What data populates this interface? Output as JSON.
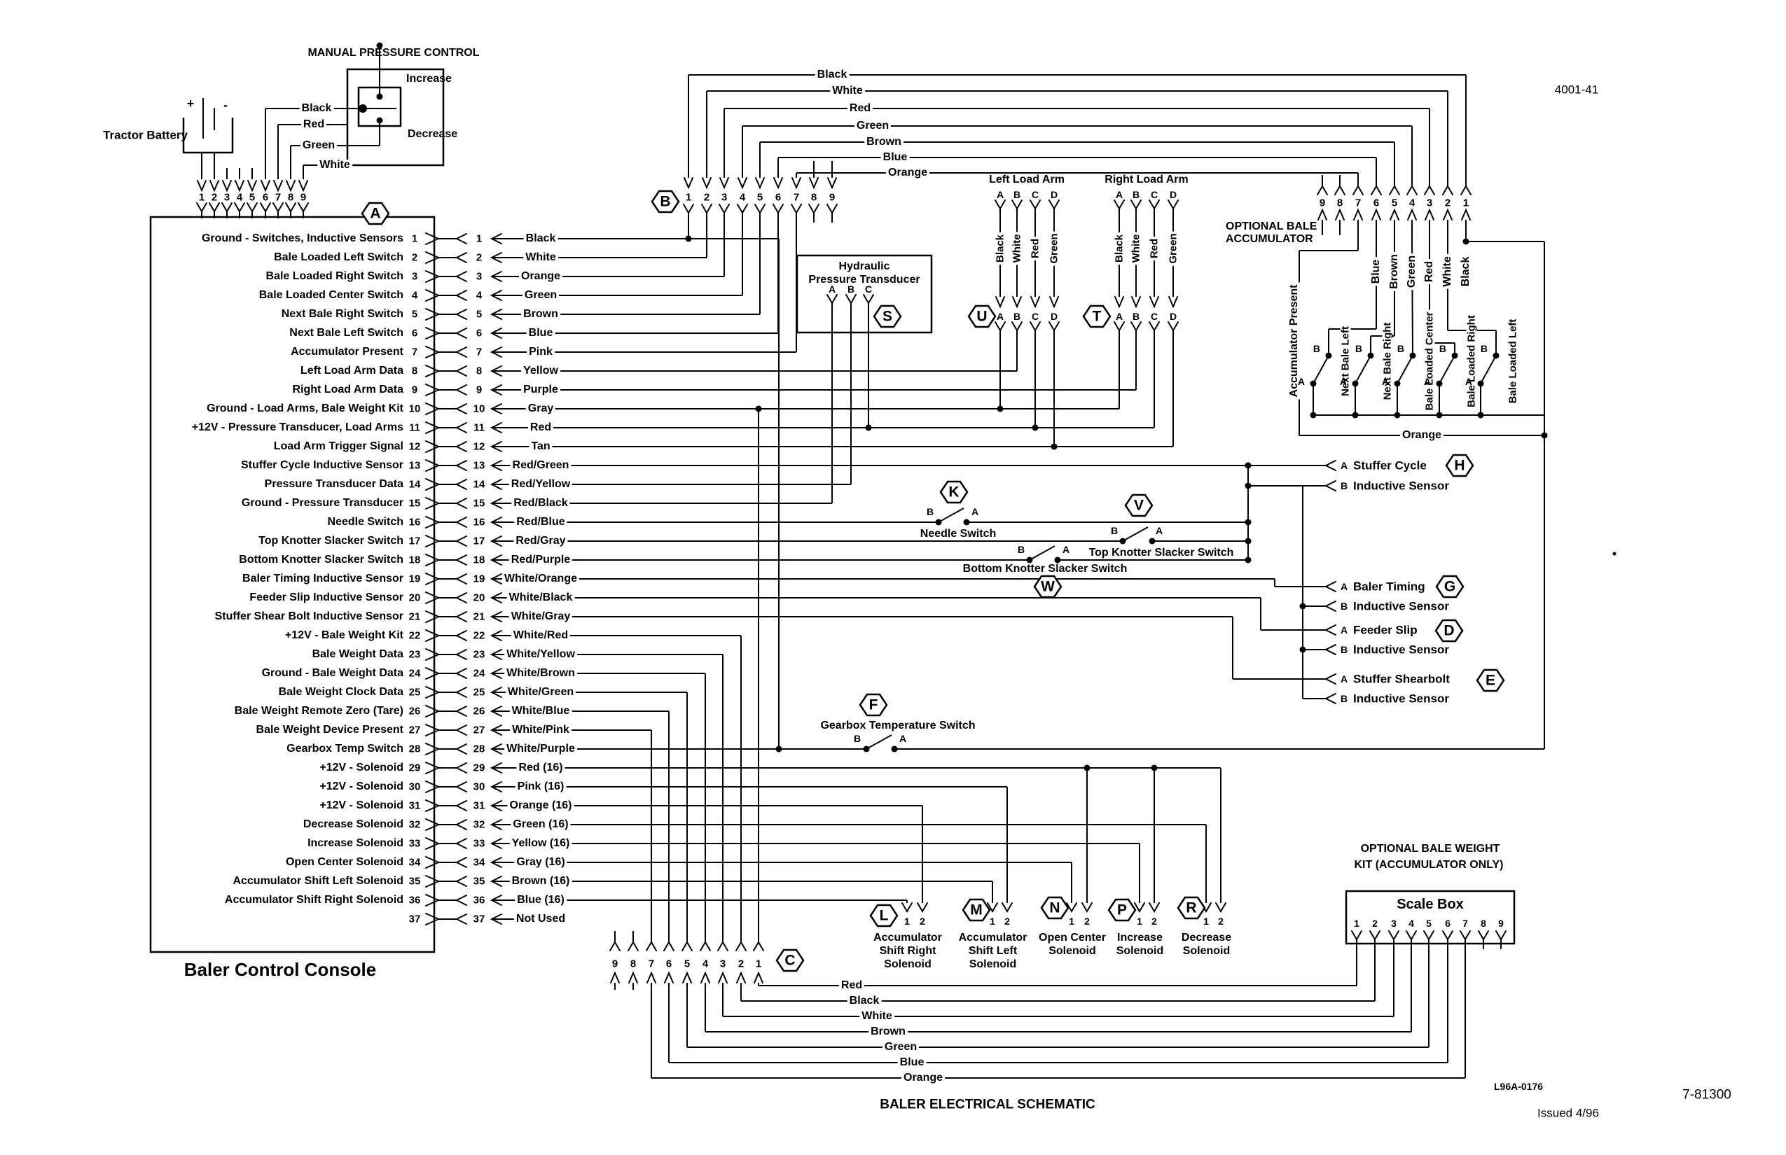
{
  "colors": {
    "ink": "#000000",
    "paper": "#ffffff"
  },
  "page": {
    "title": "BALER ELECTRICAL SCHEMATIC",
    "form_number": "L96A-0176",
    "doc_number": "7-81300",
    "issued": "Issued 4/96",
    "page_ref": "4001-41"
  },
  "battery": {
    "label": "Tractor Battery",
    "plus": "+",
    "minus": "-"
  },
  "manual_pressure_control": {
    "title": "MANUAL PRESSURE CONTROL",
    "increase": "Increase",
    "decrease": "Decrease",
    "wires": [
      "Black",
      "Red",
      "Green",
      "White"
    ]
  },
  "connector_a": "A",
  "console": {
    "title": "Baler Control Console",
    "top_pins": [
      "1",
      "2",
      "3",
      "4",
      "5",
      "6",
      "7",
      "8",
      "9"
    ],
    "rows": [
      {
        "num": "1",
        "label": "Ground - Switches, Inductive Sensors",
        "color": "Black"
      },
      {
        "num": "2",
        "label": "Bale Loaded Left Switch",
        "color": "White"
      },
      {
        "num": "3",
        "label": "Bale Loaded Right Switch",
        "color": "Orange"
      },
      {
        "num": "4",
        "label": "Bale Loaded Center Switch",
        "color": "Green"
      },
      {
        "num": "5",
        "label": "Next Bale Right Switch",
        "color": "Brown"
      },
      {
        "num": "6",
        "label": "Next Bale Left Switch",
        "color": "Blue"
      },
      {
        "num": "7",
        "label": "Accumulator Present",
        "color": "Pink"
      },
      {
        "num": "8",
        "label": "Left Load Arm Data",
        "color": "Yellow"
      },
      {
        "num": "9",
        "label": "Right Load Arm Data",
        "color": "Purple"
      },
      {
        "num": "10",
        "label": "Ground - Load Arms, Bale Weight Kit",
        "color": "Gray"
      },
      {
        "num": "11",
        "label": "+12V - Pressure Transducer, Load Arms",
        "color": "Red"
      },
      {
        "num": "12",
        "label": "Load Arm Trigger Signal",
        "color": "Tan"
      },
      {
        "num": "13",
        "label": "Stuffer Cycle Inductive Sensor",
        "color": "Red/Green"
      },
      {
        "num": "14",
        "label": "Pressure Transducer Data",
        "color": "Red/Yellow"
      },
      {
        "num": "15",
        "label": "Ground - Pressure Transducer",
        "color": "Red/Black"
      },
      {
        "num": "16",
        "label": "Needle Switch",
        "color": "Red/Blue"
      },
      {
        "num": "17",
        "label": "Top Knotter Slacker Switch",
        "color": "Red/Gray"
      },
      {
        "num": "18",
        "label": "Bottom Knotter Slacker Switch",
        "color": "Red/Purple"
      },
      {
        "num": "19",
        "label": "Baler Timing Inductive Sensor",
        "color": "White/Orange"
      },
      {
        "num": "20",
        "label": "Feeder Slip Inductive Sensor",
        "color": "White/Black"
      },
      {
        "num": "21",
        "label": "Stuffer Shear Bolt Inductive Sensor",
        "color": "White/Gray"
      },
      {
        "num": "22",
        "label": "+12V - Bale Weight Kit",
        "color": "White/Red"
      },
      {
        "num": "23",
        "label": "Bale Weight Data",
        "color": "White/Yellow"
      },
      {
        "num": "24",
        "label": "Ground - Bale Weight Data",
        "color": "White/Brown"
      },
      {
        "num": "25",
        "label": "Bale Weight Clock Data",
        "color": "White/Green"
      },
      {
        "num": "26",
        "label": "Bale Weight Remote Zero (Tare)",
        "color": "White/Blue"
      },
      {
        "num": "27",
        "label": "Bale Weight Device Present",
        "color": "White/Pink"
      },
      {
        "num": "28",
        "label": "Gearbox Temp Switch",
        "color": "White/Purple"
      },
      {
        "num": "29",
        "label": "+12V - Solenoid",
        "color": "Red (16)"
      },
      {
        "num": "30",
        "label": "+12V - Solenoid",
        "color": "Pink (16)"
      },
      {
        "num": "31",
        "label": "+12V - Solenoid",
        "color": "Orange (16)"
      },
      {
        "num": "32",
        "label": "Decrease Solenoid",
        "color": "Green (16)"
      },
      {
        "num": "33",
        "label": "Increase Solenoid",
        "color": "Yellow (16)"
      },
      {
        "num": "34",
        "label": "Open Center Solenoid",
        "color": "Gray (16)"
      },
      {
        "num": "35",
        "label": "Accumulator Shift Left Solenoid",
        "color": "Brown (16)"
      },
      {
        "num": "36",
        "label": "Accumulator Shift Right Solenoid",
        "color": "Blue (16)"
      },
      {
        "num": "37",
        "label": "",
        "color": "Not Used"
      }
    ]
  },
  "top_cable": {
    "connector": "B",
    "pins": [
      "1",
      "2",
      "3",
      "4",
      "5",
      "6",
      "7",
      "8",
      "9"
    ],
    "wires": [
      "Black",
      "White",
      "Red",
      "Green",
      "Brown",
      "Blue",
      "Orange"
    ]
  },
  "accumulator": {
    "title_line1": "OPTIONAL BALE",
    "title_line2": "ACCUMULATOR",
    "pins": [
      "9",
      "8",
      "7",
      "6",
      "5",
      "4",
      "3",
      "2",
      "1"
    ],
    "wire_colors": [
      "Blue",
      "Brown",
      "Green",
      "Red",
      "White",
      "Black"
    ],
    "present_label": "Accumulator Present",
    "common_label": "Orange",
    "switches": [
      "Next Bale Left",
      "Next Bale Right",
      "Bale Loaded Center",
      "Bale Loaded Right",
      "Bale Loaded Left"
    ]
  },
  "contacts": {
    "a": "A",
    "b": "B"
  },
  "transducer": {
    "title_line1": "Hydraulic",
    "title_line2": "Pressure Transducer",
    "pins": [
      "C",
      "B",
      "A"
    ],
    "connector": "S"
  },
  "load_arms": {
    "pins": [
      "A",
      "B",
      "C",
      "D"
    ],
    "wire_colors": [
      "Black",
      "White",
      "Red",
      "Green"
    ],
    "left": {
      "title": "Left Load Arm",
      "connector": "U"
    },
    "right": {
      "title": "Right Load Arm",
      "connector": "T"
    }
  },
  "switches": [
    {
      "connector": "K",
      "name": "Needle Switch"
    },
    {
      "connector": "V",
      "name": "Top Knotter Slacker Switch"
    },
    {
      "connector": "W",
      "name": "Bottom Knotter Slacker Switch"
    },
    {
      "connector": "F",
      "name": "Gearbox Temperature Switch"
    }
  ],
  "sensors": [
    {
      "connector": "H",
      "name": "Stuffer Cycle",
      "sub": "Inductive Sensor"
    },
    {
      "connector": "G",
      "name": "Baler Timing",
      "sub": "Inductive Sensor"
    },
    {
      "connector": "D",
      "name": "Feeder Slip",
      "sub": "Inductive Sensor"
    },
    {
      "connector": "E",
      "name": "Stuffer Shearbolt",
      "sub": "Inductive Sensor"
    }
  ],
  "solenoids": [
    {
      "connector": "L",
      "pins": [
        "1",
        "2"
      ],
      "name_lines": [
        "Accumulator",
        "Shift Right",
        "Solenoid"
      ]
    },
    {
      "connector": "M",
      "pins": [
        "1",
        "2"
      ],
      "name_lines": [
        "Accumulator",
        "Shift Left",
        "Solenoid"
      ]
    },
    {
      "connector": "N",
      "pins": [
        "1",
        "2"
      ],
      "name_lines": [
        "Open Center",
        "Solenoid"
      ]
    },
    {
      "connector": "P",
      "pins": [
        "1",
        "2"
      ],
      "name_lines": [
        "Increase",
        "Solenoid"
      ]
    },
    {
      "connector": "R",
      "pins": [
        "1",
        "2"
      ],
      "name_lines": [
        "Decrease",
        "Solenoid"
      ]
    }
  ],
  "bottom_cable": {
    "connector": "C",
    "pins": [
      "9",
      "8",
      "7",
      "6",
      "5",
      "4",
      "3",
      "2",
      "1"
    ],
    "wires": [
      "Red",
      "Black",
      "White",
      "Brown",
      "Green",
      "Blue",
      "Orange"
    ]
  },
  "scale_box": {
    "kit_title_line1": "OPTIONAL BALE WEIGHT",
    "kit_title_line2": "KIT (ACCUMULATOR ONLY)",
    "title": "Scale Box",
    "pins": [
      "1",
      "2",
      "3",
      "4",
      "5",
      "6",
      "7",
      "8",
      "9"
    ]
  }
}
